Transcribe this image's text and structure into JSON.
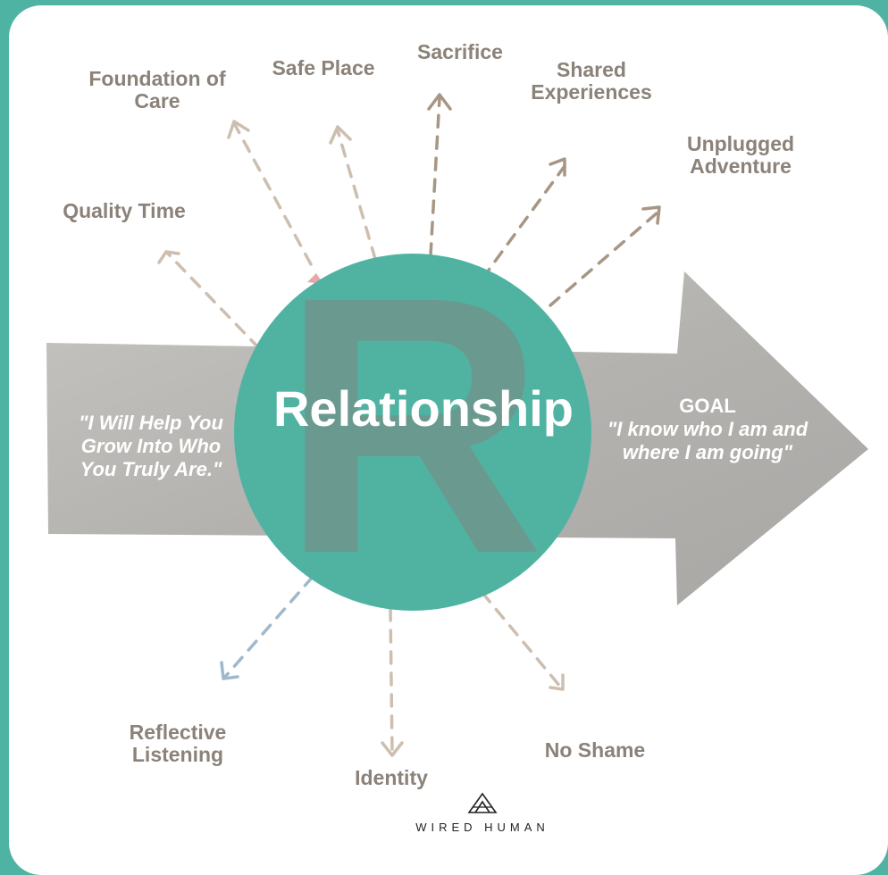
{
  "center": {
    "letter": "R",
    "title": "Relationship"
  },
  "left_quote": [
    "\"I Will Help You",
    "Grow Into Who",
    "You Truly Are.\""
  ],
  "goal": {
    "title": "GOAL",
    "lines": [
      "\"I know who I am and",
      "where I am going\""
    ]
  },
  "labels": {
    "foundation_of_care": [
      "Foundation of",
      "Care"
    ],
    "safe_place": [
      "Safe Place"
    ],
    "sacrifice": [
      "Sacrifice"
    ],
    "shared_experiences": [
      "Shared",
      "Experiences"
    ],
    "unplugged_adventure": [
      "Unplugged",
      "Adventure"
    ],
    "quality_time": [
      "Quality Time"
    ],
    "reflective_listening": [
      "Reflective",
      "Listening"
    ],
    "identity": [
      "Identity"
    ],
    "no_shame": [
      "No Shame"
    ]
  },
  "brand": {
    "name": "WIRED HUMAN"
  },
  "colors": {
    "background": "#4fb3a3",
    "circle": "#50b3a2",
    "arrow": "#b9b7b4",
    "label_text": "#8b8279",
    "arrow_line_tan": "#cdbfb0",
    "arrow_line_brown": "#a89684",
    "arrow_line_blue": "#9fb9cc"
  }
}
